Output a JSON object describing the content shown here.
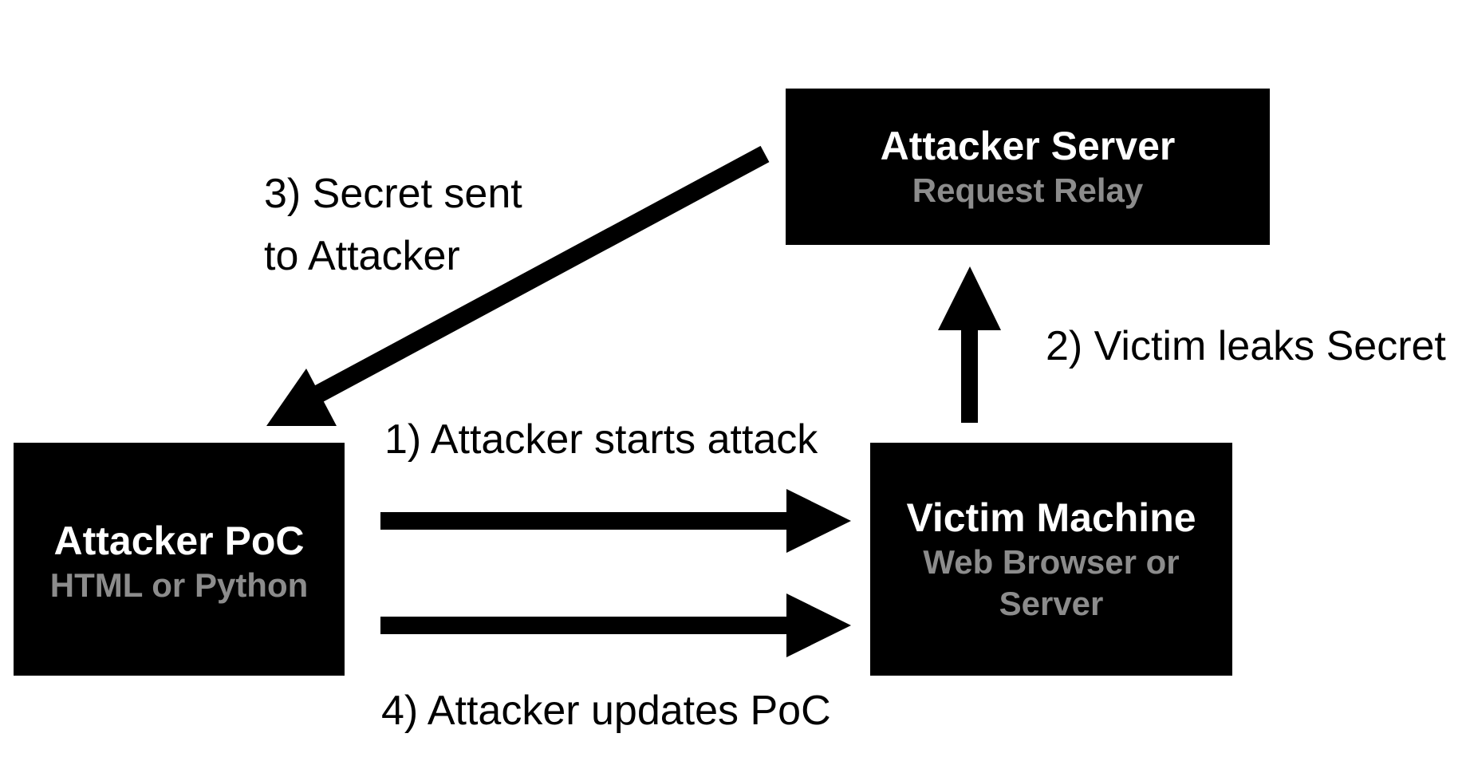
{
  "nodes": {
    "attacker_server": {
      "title": "Attacker Server",
      "subtitle": "Request Relay"
    },
    "attacker_poc": {
      "title": "Attacker PoC",
      "subtitle": "HTML or Python"
    },
    "victim_machine": {
      "title": "Victim Machine",
      "subtitle": "Web Browser or Server"
    }
  },
  "edges": {
    "step1": {
      "label": "1) Attacker starts attack",
      "from": "attacker_poc",
      "to": "victim_machine"
    },
    "step2": {
      "label": "2) Victim leaks Secret",
      "from": "victim_machine",
      "to": "attacker_server"
    },
    "step3": {
      "label_lines": [
        "3) Secret sent",
        "to Attacker"
      ],
      "from": "attacker_server",
      "to": "attacker_poc"
    },
    "step4": {
      "label": "4) Attacker updates PoC",
      "from": "attacker_poc",
      "to": "victim_machine"
    }
  },
  "colors": {
    "box_fill": "#000000",
    "box_title": "#ffffff",
    "box_subtitle": "#8c8c8c",
    "arrow": "#000000",
    "text": "#000000",
    "background": "#ffffff"
  }
}
